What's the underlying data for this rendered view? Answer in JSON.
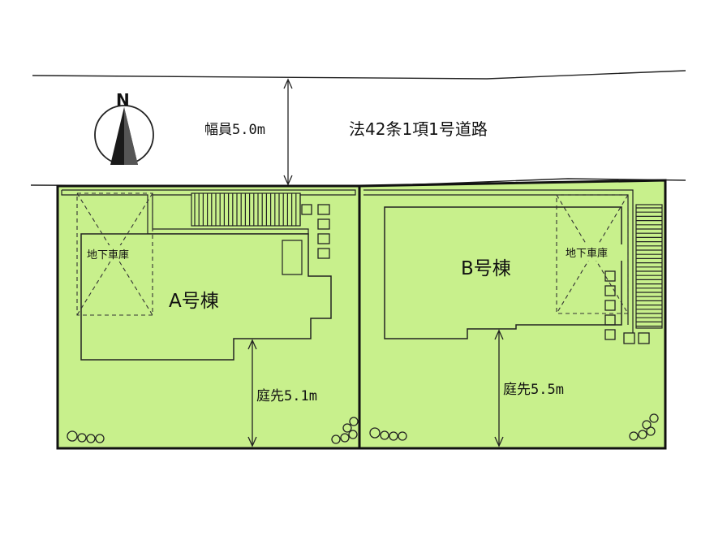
{
  "road": {
    "width_label": "幅員5.0m",
    "type_label": "法42条1項1号道路"
  },
  "compass": {
    "north_label": "N"
  },
  "lot_a": {
    "building_label": "A号棟",
    "garage_label": "地下車庫",
    "yard_label": "庭先5.1m"
  },
  "lot_b": {
    "building_label": "B号棟",
    "garage_label": "地下車庫",
    "yard_label": "庭先5.5m"
  },
  "colors": {
    "lot_fill": "#c8f08c",
    "lot_border": "#111111",
    "line": "#222222",
    "background": "#ffffff"
  }
}
